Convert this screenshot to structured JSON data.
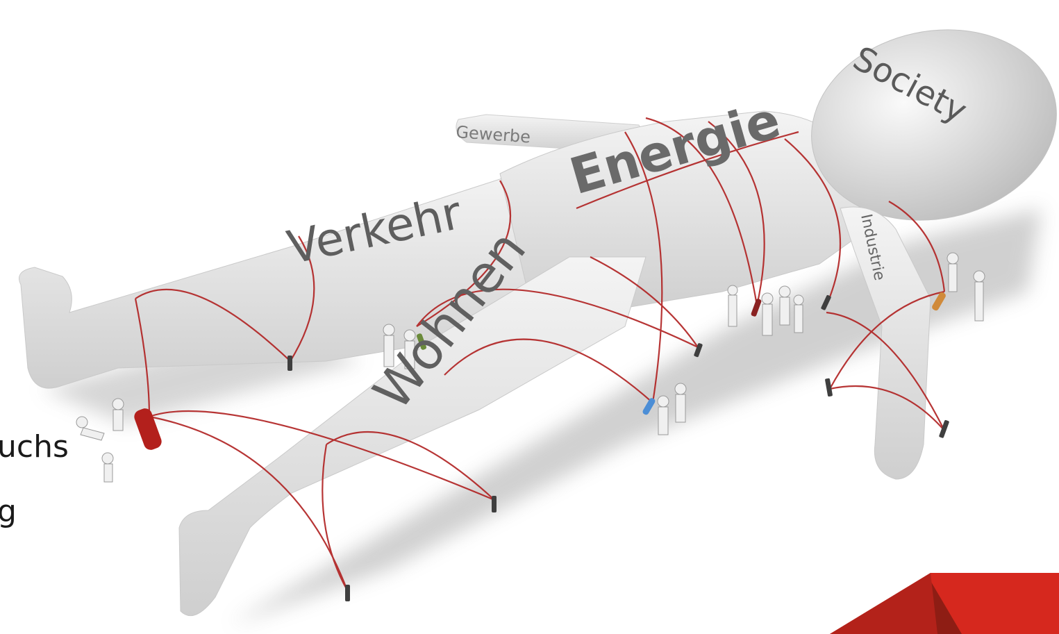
{
  "figure": {
    "labels": {
      "head": "Society",
      "left_arm": "Gewerbe",
      "chest": "Energie",
      "torso_left": "Verkehr",
      "right_arm": "Industrie",
      "left_leg": "Wohnen"
    }
  },
  "cut_text": {
    "line1": "uchs",
    "line2": "g"
  },
  "colors": {
    "body": "#e9e9e9",
    "rope": "#b02020",
    "corner_accent": "#d6281e",
    "corner_shade": "#8e1d14"
  }
}
